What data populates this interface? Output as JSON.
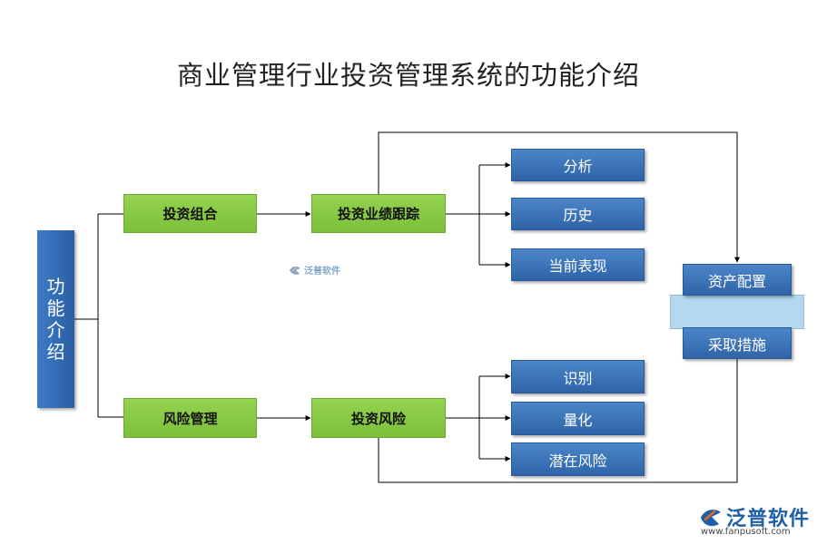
{
  "title": "商业管理行业投资管理系统的功能介绍",
  "root": {
    "chars": [
      "功",
      "能",
      "介",
      "绍"
    ]
  },
  "level1": {
    "investment_portfolio": "投资组合",
    "risk_management": "风险管理"
  },
  "level2": {
    "performance_tracking": "投资业绩跟踪",
    "investment_risk": "投资风险"
  },
  "performance_items": [
    "分析",
    "历史",
    "当前表现"
  ],
  "risk_items": [
    "识别",
    "量化",
    "潜在风险"
  ],
  "right": {
    "asset_allocation": "资产配置",
    "take_measures": "采取措施"
  },
  "watermark": {
    "text": "泛普软件"
  },
  "logo": {
    "text": "泛普软件",
    "url": "www.fanpusoft.com"
  },
  "colors": {
    "green": "#8cc84b",
    "blue": "#3a72b8",
    "band": "#b4d9ee",
    "line": "#000000"
  }
}
